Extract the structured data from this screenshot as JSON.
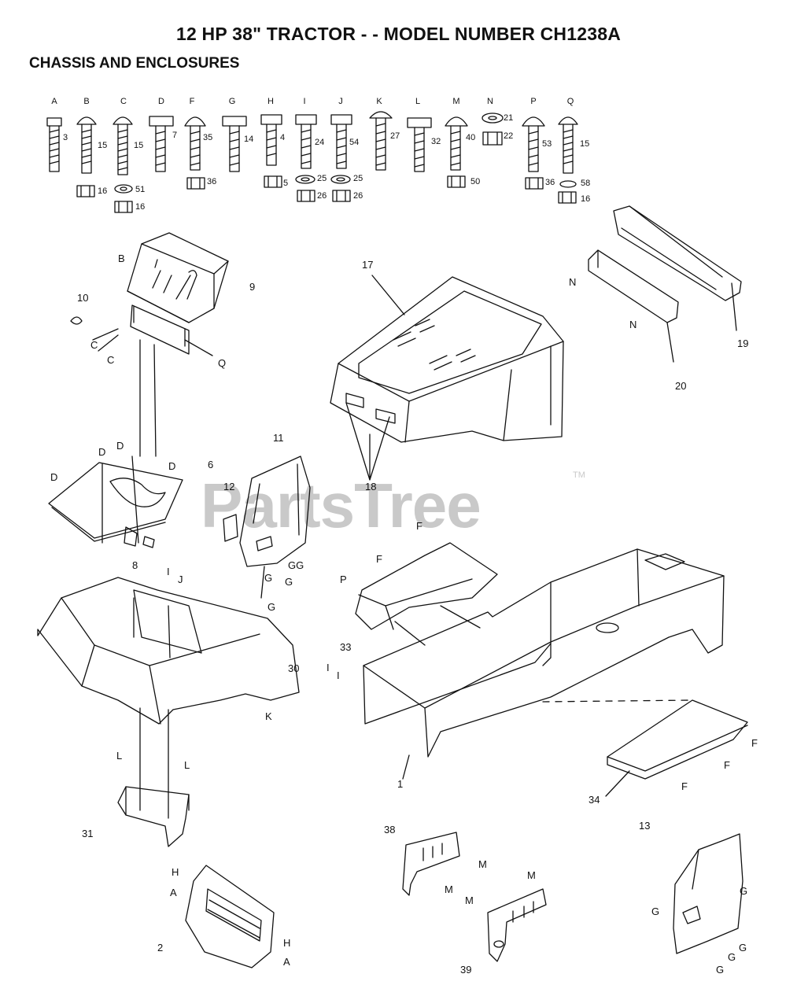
{
  "title": "12 HP 38\" TRACTOR - - MODEL NUMBER CH1238A",
  "section": "CHASSIS AND ENCLOSURES",
  "watermark": "PartsTree",
  "watermark_tm": "TM",
  "hardware_letters": [
    "A",
    "B",
    "C",
    "D",
    "F",
    "G",
    "H",
    "I",
    "J",
    "K",
    "L",
    "M",
    "N",
    "P",
    "Q"
  ],
  "hardware_numbers": {
    "a_bolt": "3",
    "b_bolt": "15",
    "b_nut": "16",
    "c_bolt": "15",
    "c_washer": "51",
    "c_nut": "16",
    "d_bolt": "7",
    "f_bolt": "35",
    "f_nut": "36",
    "g_bolt": "14",
    "h_bolt": "4",
    "h_nut": "5",
    "i_bolt": "24",
    "i_washer": "25",
    "i_nut": "26",
    "j_bolt": "54",
    "j_washer": "25",
    "j_nut": "26",
    "k_bolt": "27",
    "l_bolt": "32",
    "m_bolt": "40",
    "m_nut": "50",
    "n_washer": "21",
    "n_nut": "22",
    "p_bolt": "53",
    "p_nut": "36",
    "q_bolt": "15",
    "q_washer": "58",
    "q_nut": "16"
  },
  "parts": {
    "p1": "1",
    "p2": "2",
    "p6": "6",
    "p8": "8",
    "p9": "9",
    "p10": "10",
    "p11": "11",
    "p12": "12",
    "p13": "13",
    "p17": "17",
    "p18": "18",
    "p19": "19",
    "p20": "20",
    "p30": "30",
    "p31": "31",
    "p33": "33",
    "p34": "34",
    "p38": "38",
    "p39": "39"
  },
  "callouts": {
    "b": "B",
    "c": "C",
    "d": "D",
    "f": "F",
    "g": "G",
    "gg": "GG",
    "h": "H",
    "a": "A",
    "i": "I",
    "j": "J",
    "k": "K",
    "l": "L",
    "m": "M",
    "n": "N",
    "p": "P",
    "q": "Q"
  }
}
